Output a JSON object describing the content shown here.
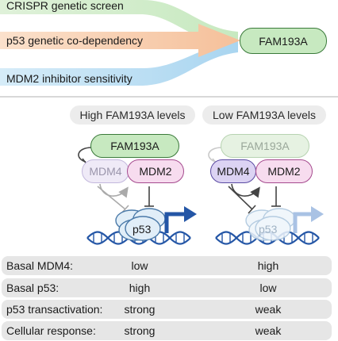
{
  "top": {
    "inputs": [
      "CRISPR genetic screen",
      "p53 genetic co-dependency",
      "MDM2 inhibitor sensitivity"
    ],
    "output": "FAM193A",
    "colors": {
      "green": "#c7e9c0",
      "orange": "#f7c7a3",
      "blue": "#a9d5f0"
    }
  },
  "panels": {
    "high": {
      "title": "High FAM193A levels",
      "fam": "FAM193A",
      "mdm4": "MDM4",
      "mdm2": "MDM2",
      "p53": "p53"
    },
    "low": {
      "title": "Low FAM193A levels",
      "fam": "FAM193A",
      "mdm4": "MDM4",
      "mdm2": "MDM2",
      "p53": "p53"
    }
  },
  "table": {
    "rows": [
      {
        "label": "Basal MDM4:",
        "high": "low",
        "low": "high"
      },
      {
        "label": "Basal p53:",
        "high": "high",
        "low": "low"
      },
      {
        "label": "p53 transactivation:",
        "high": "strong",
        "low": "weak"
      },
      {
        "label": "Cellular response:",
        "high": "strong",
        "low": "weak"
      }
    ]
  }
}
